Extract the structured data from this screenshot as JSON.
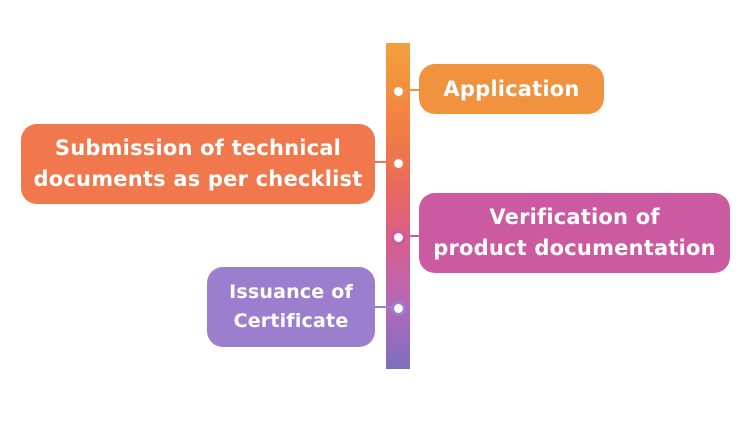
{
  "steps": [
    {
      "id": "application",
      "text_lines": [
        "Application"
      ],
      "side": "right",
      "color": "#f1923f"
    },
    {
      "id": "submission",
      "text_lines": [
        "Submission of technical",
        "documents as per checklist"
      ],
      "side": "left",
      "color": "#f0784c"
    },
    {
      "id": "verification",
      "text_lines": [
        "Verification of",
        "product documentation"
      ],
      "side": "right",
      "color": "#cc5aa0"
    },
    {
      "id": "issuance",
      "text_lines": [
        "Issuance of",
        "Certificate"
      ],
      "side": "left",
      "color": "#9c7ecf"
    }
  ],
  "timeline": {
    "gradient_top": "#f3a13a",
    "gradient_bottom": "#7d6fbf"
  }
}
